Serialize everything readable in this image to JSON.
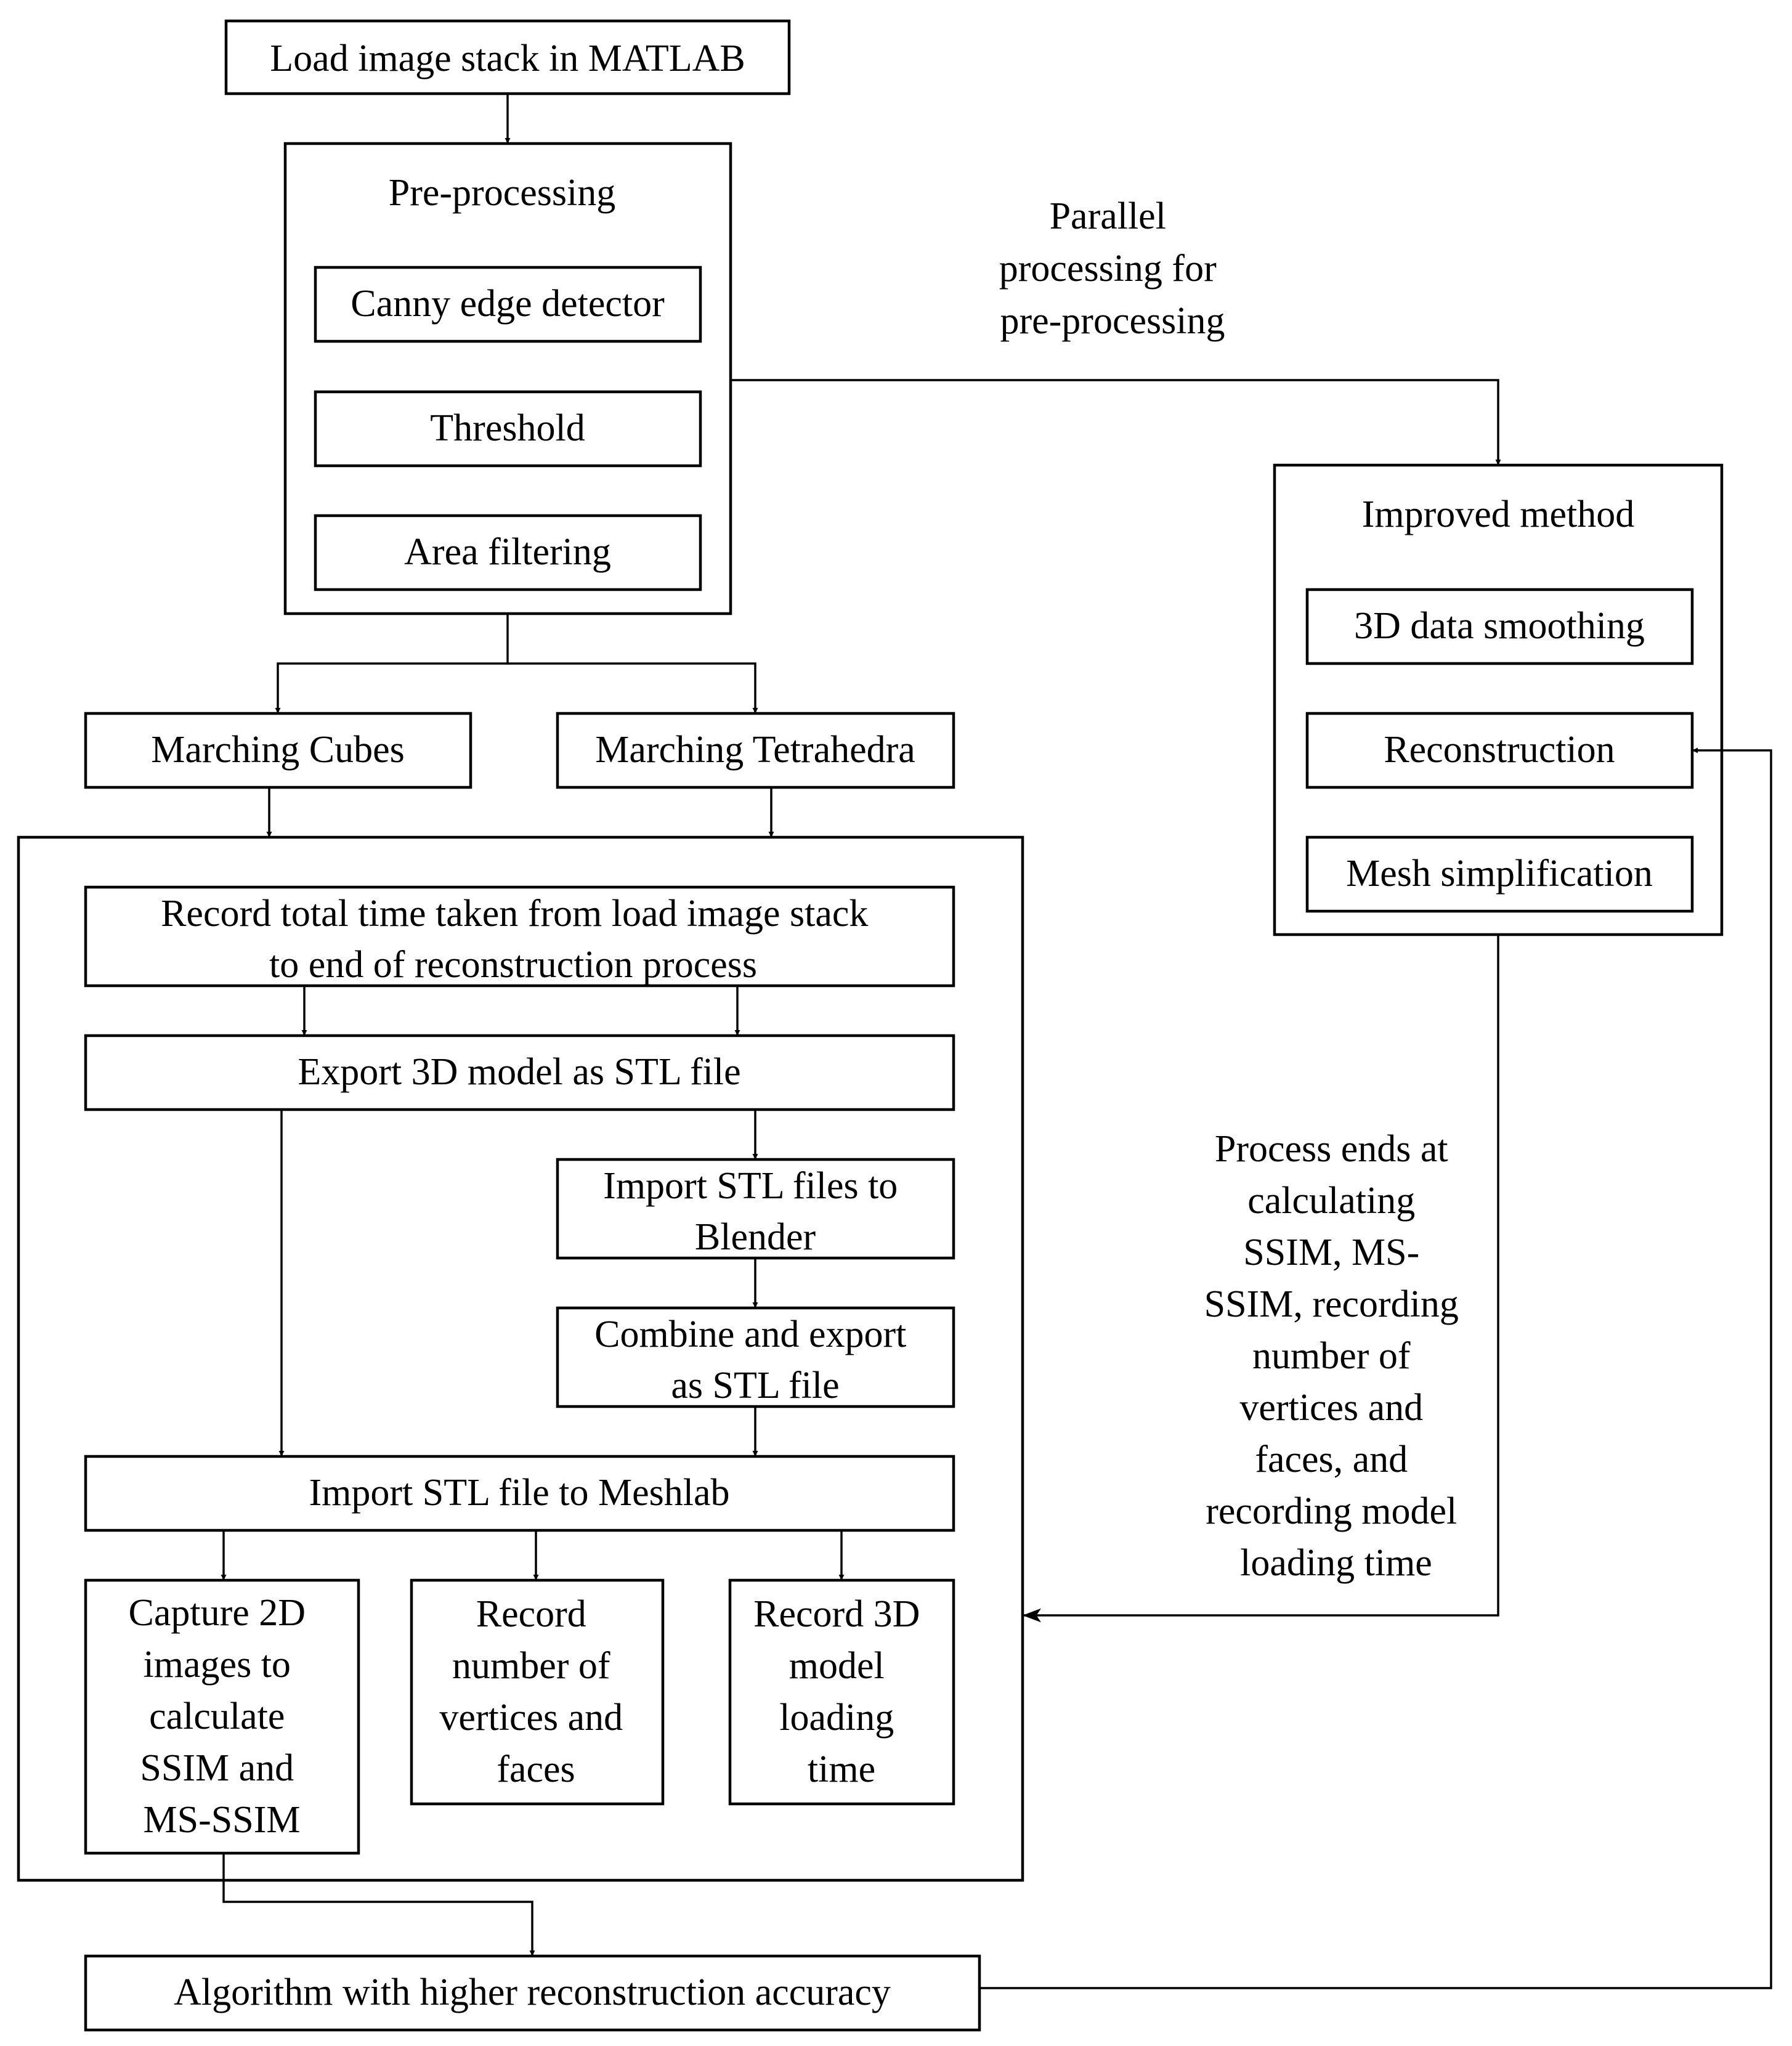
{
  "load_stack": "Load image stack in MATLAB",
  "preprocessing": {
    "title": "Pre-processing",
    "steps": [
      "Canny edge detector",
      "Threshold",
      "Area filtering"
    ]
  },
  "parallel_label": [
    "Parallel",
    "processing for",
    "pre-processing"
  ],
  "improved": {
    "title": "Improved method",
    "steps": [
      "3D data smoothing",
      "Reconstruction",
      "Mesh simplification"
    ]
  },
  "marching_cubes": "Marching Cubes",
  "marching_tetrahedra": "Marching Tetrahedra",
  "record_total_time": [
    "Record total time taken from load image stack",
    "to end of reconstruction process"
  ],
  "export_stl": "Export 3D model as STL file",
  "import_blender": [
    "Import STL files to",
    "Blender"
  ],
  "combine_export": [
    "Combine and export",
    "as STL file"
  ],
  "import_meshlab": "Import STL file to Meshlab",
  "capture_2d": [
    "Capture 2D",
    "images to",
    "calculate",
    "SSIM and",
    "MS-SSIM"
  ],
  "record_vertices": [
    "Record",
    "number of",
    "vertices and",
    "faces"
  ],
  "record_loading": [
    "Record 3D",
    "model",
    "loading",
    "time"
  ],
  "process_ends": [
    "Process ends at",
    "calculating",
    "SSIM, MS-",
    "SSIM, recording",
    "number of",
    "vertices and",
    "faces, and",
    "recording model",
    "loading time"
  ],
  "algorithm_higher": "Algorithm with higher reconstruction accuracy"
}
